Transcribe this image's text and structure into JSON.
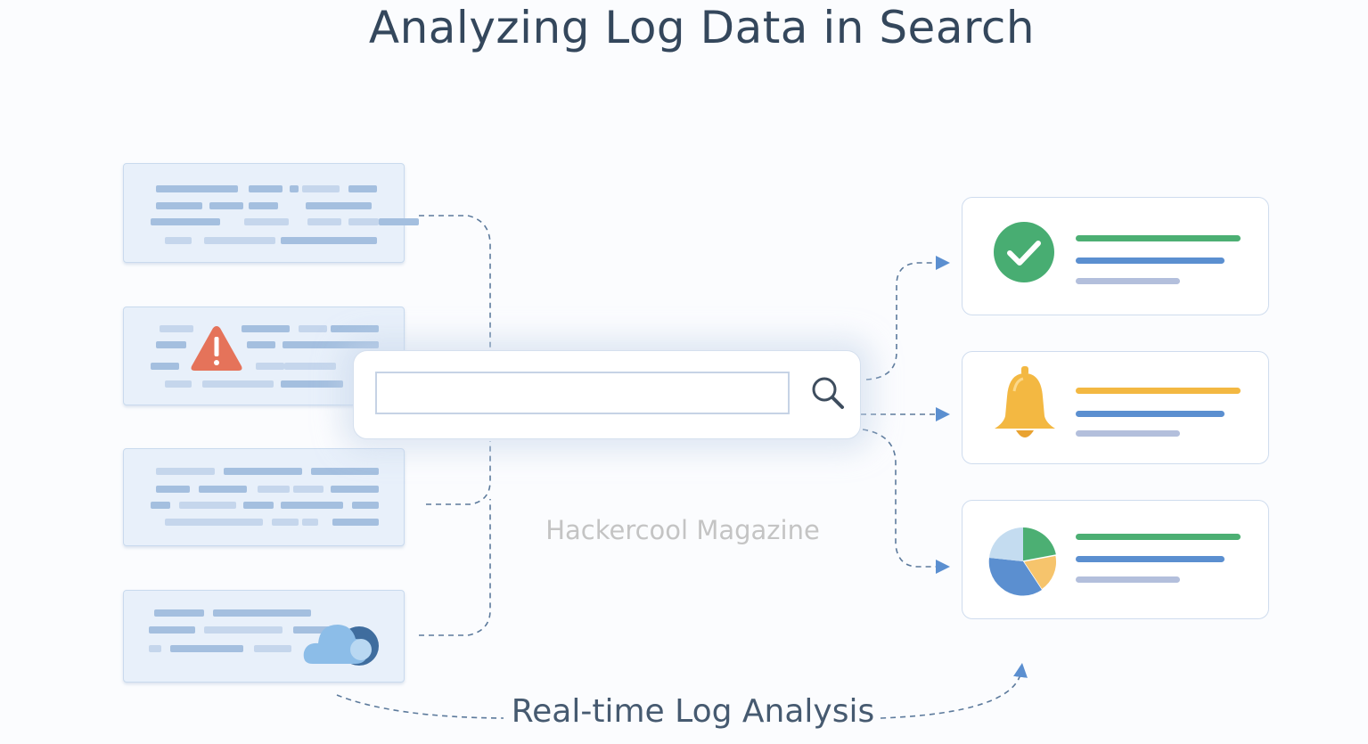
{
  "title": "Analyzing Log Data in Search",
  "search": {
    "placeholder": "",
    "button_icon": "search-icon"
  },
  "log_sources": [
    {
      "name": "log-card-plain",
      "icon": null
    },
    {
      "name": "log-card-warning",
      "icon": "warning-icon"
    },
    {
      "name": "log-card-plain-2",
      "icon": null
    },
    {
      "name": "log-card-cloud",
      "icon": "cloud-icon"
    }
  ],
  "results": [
    {
      "name": "result-success",
      "icon": "check-circle-icon",
      "accent": "#4caf73"
    },
    {
      "name": "result-alert",
      "icon": "bell-icon",
      "accent": "#f3b842"
    },
    {
      "name": "result-analytics",
      "icon": "pie-chart-icon",
      "accent": "#4caf73"
    }
  ],
  "colors": {
    "title": "#34475c",
    "blue": "#5b8fd0",
    "line": "#5c7a9c",
    "gray_bar": "#b3bfdc",
    "warning": "#e5735a"
  },
  "watermark": "Hackercool Magazine",
  "caption": "Real-time Log Analysis"
}
